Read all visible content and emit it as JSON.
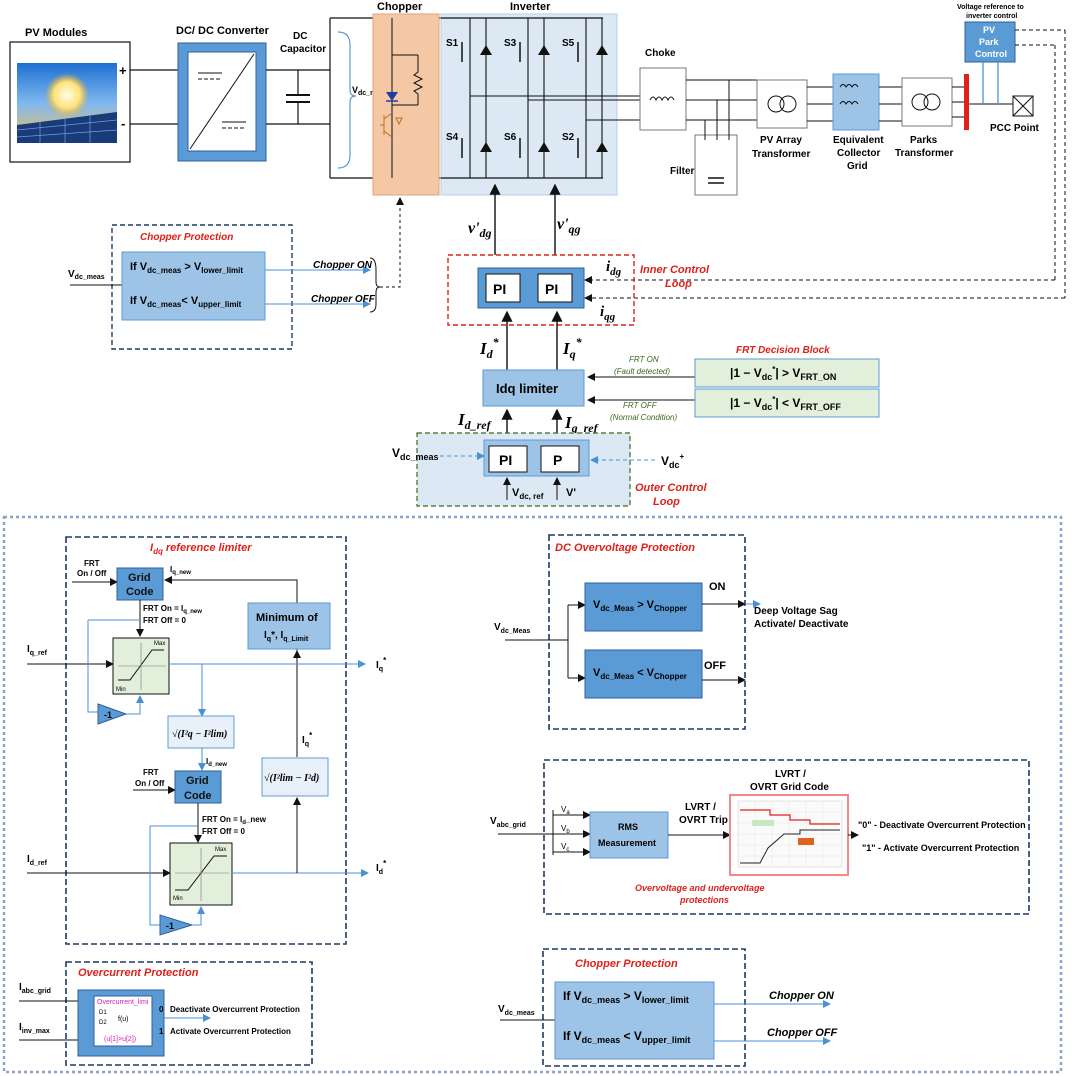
{
  "top": {
    "pv_modules": "PV Modules",
    "dcdc": "DC/ DC Converter",
    "dc_cap_1": "DC",
    "dc_cap_2": "Capacitor",
    "chopper": "Chopper",
    "inverter": "Inverter",
    "vdc_meas": "V",
    "vdc_meas_sub": "dc_meas",
    "choke": "Choke",
    "filter": "Filter",
    "pv_array_1": "PV Array",
    "pv_array_2": "Transformer",
    "eq_1": "Equivalent",
    "eq_2": "Collector",
    "eq_3": "Grid",
    "parks_1": "Parks",
    "parks_2": "Transformer",
    "pcc": "PCC Point",
    "volt_ref_1": "Voltage  reference to",
    "volt_ref_2": "inverter control",
    "pv_park_1": "PV",
    "pv_park_2": "Park",
    "pv_park_3": "Control",
    "plus": "+",
    "minus": "-",
    "switches": [
      "S1",
      "S3",
      "S5",
      "S4",
      "S6",
      "S2"
    ]
  },
  "chopper_prot_top": {
    "title": "Chopper Protection",
    "input": "V",
    "input_sub": "dc_meas",
    "line1": "If V",
    "line1_sub": "dc_meas",
    "line1_rest": " > V",
    "line1_sub2": "lower_limit",
    "line2": "If V",
    "line2_sub": "dc_meas",
    "line2_rest": "< V",
    "line2_sub2": "upper_limit",
    "on": "Chopper ON",
    "off": "Chopper OFF"
  },
  "control": {
    "v_dg": "v'",
    "v_dg_sub": "dg",
    "v_qg": "v'",
    "v_qg_sub": "qg",
    "pi1": "PI",
    "pi2": "PI",
    "idg": "i",
    "idg_sub": "dg",
    "iqg": "i",
    "iqg_sub": "qg",
    "inner": "Inner Control",
    "inner2": "Loop",
    "id_star": "I",
    "id_star_sub": "d",
    "iq_star": "I",
    "iq_star_sub": "q",
    "idq_limiter": "Idq limiter",
    "frt_on": "FRT ON",
    "frt_on_sub": "(Fault detected)",
    "frt_off": "FRT OFF",
    "frt_off_sub": "(Normal Condition)",
    "frt_title": "FRT Decision Block",
    "frt_eq1": "|1 − V",
    "frt_eq1_sub": "dc",
    "frt_eq1_rest": "| > V",
    "frt_eq1_sub2": "FRT_ON",
    "frt_eq2": "|1 − V",
    "frt_eq2_sub": "dc",
    "frt_eq2_rest": "| < V",
    "frt_eq2_sub2": "FRT_OFF",
    "id_ref": "I",
    "id_ref_sub": "d_ref",
    "iq_ref": "I",
    "iq_ref_sub": "q_ref",
    "vdc_meas": "V",
    "vdc_meas_sub": "dc_meas",
    "pi3": "PI",
    "p": "P",
    "vdc_plus": "V",
    "vdc_plus_sub": "dc",
    "vdc_ref": "V",
    "vdc_ref_sub": "dc, ref",
    "v_prime": "V'",
    "outer": "Outer Control",
    "outer2": "Loop"
  },
  "idq_ref_limiter": {
    "title": "I",
    "title_sub": "dq",
    "title_rest": " reference limiter",
    "frt_onoff_1": "FRT",
    "frt_onoff_2": "On / Off",
    "grid_code_1": "Grid",
    "grid_code_2": "Code",
    "iq_new": "I",
    "iq_new_sub": "q_new",
    "frt_on_iq": "FRT On = I",
    "frt_on_iq_sub": "q_new",
    "frt_off_0": "FRT Off = 0",
    "min_of_1": "Minimum of",
    "min_of_2": "I",
    "min_of_2_sub": "q",
    "min_of_2_rest": "*, I",
    "min_of_2_sub2": "q_Limit",
    "iq_ref": "I",
    "iq_ref_sub": "q_ref",
    "iq_out": "I",
    "iq_out_sub": "q",
    "max": "Max",
    "min": "Min",
    "neg1": "-1",
    "sqrt1": "√(I²q − I²lim)",
    "id_new": "I",
    "id_new_sub": "d_new",
    "frt2_1": "FRT",
    "frt2_2": "On / Off",
    "grid_code2_1": "Grid",
    "grid_code2_2": "Code",
    "frt_on_id": "FRT On = I",
    "frt_on_id_sub": "d",
    "frt_on_id_rest": "_new",
    "frt_off_0b": "FRT Off = 0",
    "iq_star_lbl": "I",
    "iq_star_lbl_sub": "q",
    "sqrt2": "√(I²lim − I²d)",
    "id_ref": "I",
    "id_ref_sub": "d_ref",
    "id_out": "I",
    "id_out_sub": "d",
    "max2": "Max",
    "min2": "Min",
    "neg2": "-1"
  },
  "overcurrent": {
    "title": "Overcurrent Protection",
    "iabc": "I",
    "iabc_sub": "abc_grid",
    "iinv": "I",
    "iinv_sub": "inv_max",
    "block_title": "Overcurrent_limi",
    "block_fn": "(u[1]>u[2])",
    "d1": "D1",
    "d2": "D2",
    "fu": "f(u)",
    "out0": "0",
    "out1": "1",
    "deact": "Deactivate Overcurrent Protection",
    "act": "Activate Overcurrent Protection"
  },
  "dc_ov": {
    "title": "DC Overvoltage Protection",
    "input": "V",
    "input_sub": "dc_Meas",
    "b1": "V",
    "b1_sub": "dc_Meas",
    "b1_rest": " > V",
    "b1_sub2": "Chopper",
    "b2": "V",
    "b2_sub": "dc_Meas",
    "b2_rest": " < V",
    "b2_sub2": "Chopper",
    "on": "ON",
    "off": "OFF",
    "out1": "Deep Voltage Sag",
    "out2": "Activate/ Deactivate"
  },
  "lvrt": {
    "input": "V",
    "input_sub": "abc_grid",
    "va": "V",
    "va_sub": "a",
    "vb": "V",
    "vb_sub": "b",
    "vc": "V",
    "vc_sub": "c",
    "rms1": "RMS",
    "rms2": "Measurement",
    "trip1": "LVRT /",
    "trip2": "OVRT Trip",
    "gc1": "LVRT /",
    "gc2": "OVRT Grid Code",
    "out0": "\"0\" - Deactivate Overcurrent Protection",
    "out1": "\"1\" - Activate Overcurrent Protection",
    "caption1": "Overvoltage and undervoltage",
    "caption2": "protections"
  },
  "chopper_prot_bottom": {
    "title": "Chopper  Protection",
    "input": "V",
    "input_sub": "dc_meas",
    "line1": "If V",
    "line1_sub": "dc_meas",
    "line1_rest": " > V",
    "line1_sub2": "lower_limit",
    "line2": "If V",
    "line2_sub": "dc_meas",
    "line2_rest": " < V",
    "line2_sub2": "upper_limit",
    "on": "Chopper  ON",
    "off": "Chopper  OFF"
  },
  "colors": {
    "block_blue": "#9dc3e6",
    "block_mid": "#6a9fd8",
    "inverter_bg": "#dce9f5",
    "chopper_bg": "#f4c7a5",
    "navy_dash": "#1f3864",
    "red": "#e0201b",
    "arrow_blue": "#4a90d9"
  }
}
